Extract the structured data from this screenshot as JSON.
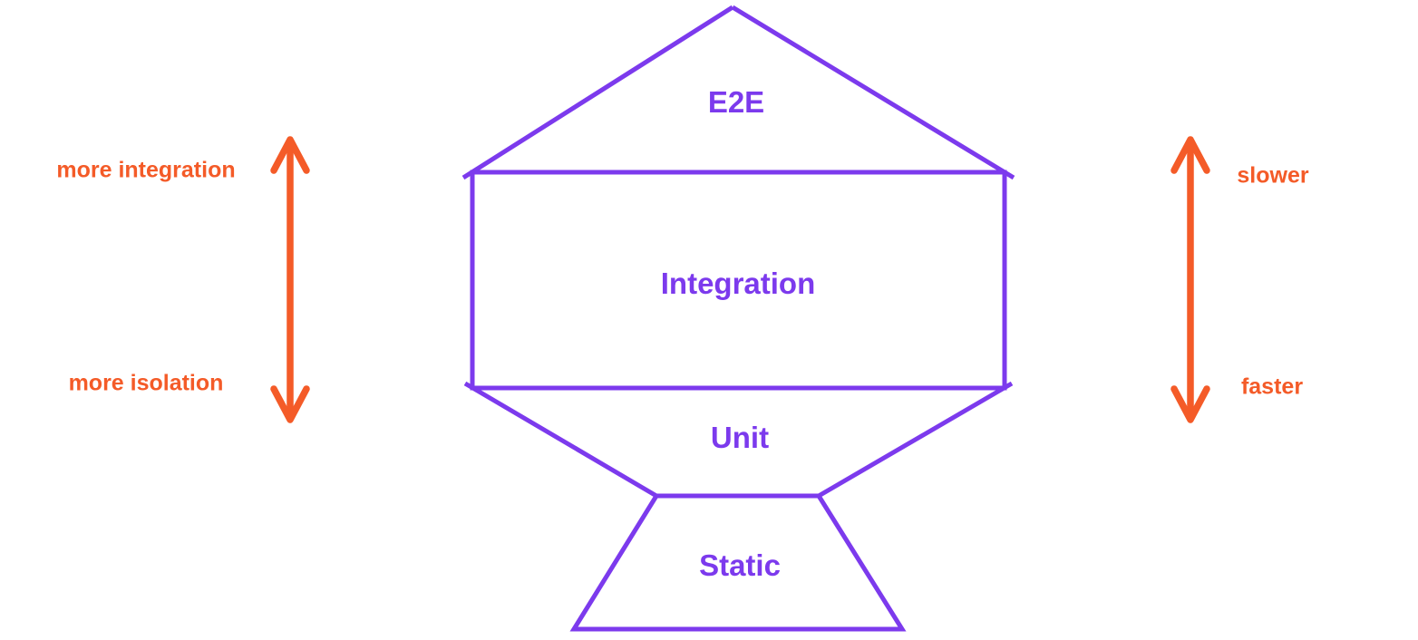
{
  "colors": {
    "purple": "#7c3aed",
    "orange": "#f45b28",
    "background": "#ffffff"
  },
  "trophy": {
    "layers": [
      {
        "id": "e2e",
        "label": "E2E"
      },
      {
        "id": "integration",
        "label": "Integration"
      },
      {
        "id": "unit",
        "label": "Unit"
      },
      {
        "id": "static",
        "label": "Static"
      }
    ]
  },
  "annotations": {
    "left": {
      "top": "more integration",
      "bottom": "more isolation"
    },
    "right": {
      "top": "slower",
      "bottom": "faster"
    }
  }
}
